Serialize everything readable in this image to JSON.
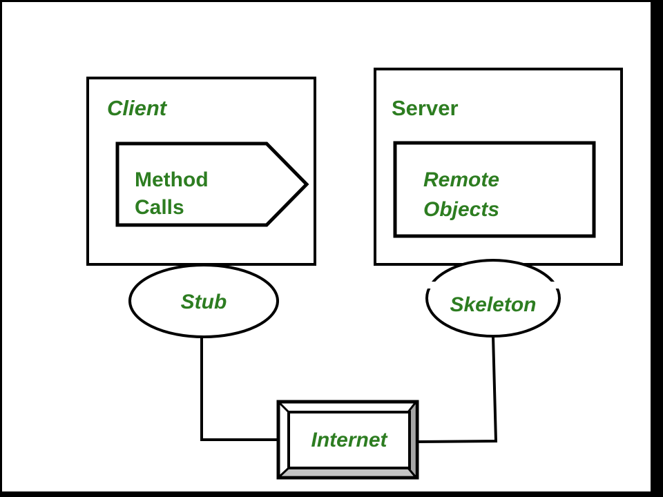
{
  "diagram": {
    "type": "rmi-architecture-diagram",
    "colors": {
      "text_green": "#2d7d21",
      "outline_black": "#000000",
      "bevel_right_gray": "#a6a6a6",
      "bevel_bottom_gray": "#c3c3c3",
      "slide_background": "#ffffff",
      "frame_background": "#000000"
    },
    "nodes": {
      "client": {
        "label": "Client"
      },
      "server": {
        "label": "Server"
      },
      "method_calls": {
        "label": "Method\nCalls"
      },
      "remote_objects": {
        "label": "Remote\nObjects"
      },
      "stub": {
        "label": "Stub"
      },
      "skeleton": {
        "label": "Skeleton"
      },
      "internet": {
        "label": "Internet"
      }
    },
    "edges": [
      {
        "from": "stub",
        "to": "internet"
      },
      {
        "from": "skeleton",
        "to": "internet"
      }
    ]
  }
}
